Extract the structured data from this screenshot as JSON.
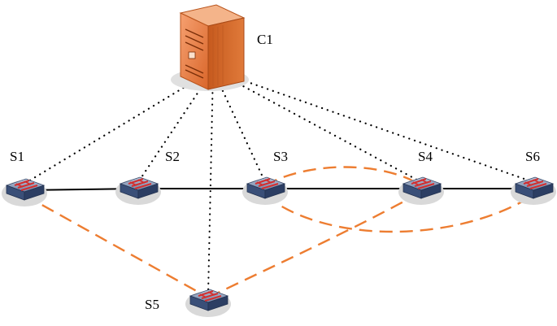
{
  "controller": {
    "label": "C1",
    "icon": "server-icon"
  },
  "switches": [
    {
      "id": "S1",
      "label": "S1",
      "icon": "switch-icon"
    },
    {
      "id": "S2",
      "label": "S2",
      "icon": "switch-icon"
    },
    {
      "id": "S3",
      "label": "S3",
      "icon": "switch-icon"
    },
    {
      "id": "S4",
      "label": "S4",
      "icon": "switch-icon"
    },
    {
      "id": "S5",
      "label": "S5",
      "icon": "switch-icon"
    },
    {
      "id": "S6",
      "label": "S6",
      "icon": "switch-icon"
    }
  ],
  "links": {
    "physical": [
      [
        "S1",
        "S2"
      ],
      [
        "S2",
        "S3"
      ],
      [
        "S3",
        "S4"
      ],
      [
        "S4",
        "S6"
      ]
    ],
    "control": [
      [
        "C1",
        "S1"
      ],
      [
        "C1",
        "S2"
      ],
      [
        "C1",
        "S3"
      ],
      [
        "C1",
        "S4"
      ],
      [
        "C1",
        "S5"
      ],
      [
        "C1",
        "S6"
      ]
    ],
    "virtual": [
      [
        "S1",
        "S5"
      ],
      [
        "S5",
        "S4"
      ],
      [
        "S3",
        "S4"
      ],
      [
        "S3",
        "S6"
      ]
    ]
  },
  "colors": {
    "physical": "#000000",
    "control": "#000000",
    "virtual": "#ed7d31",
    "server_front": "#f08a4b",
    "server_side": "#c65a1e",
    "switch_top": "#8ea0bd",
    "switch_front": "#2c3e63",
    "switch_ports": "#d32f2f"
  }
}
